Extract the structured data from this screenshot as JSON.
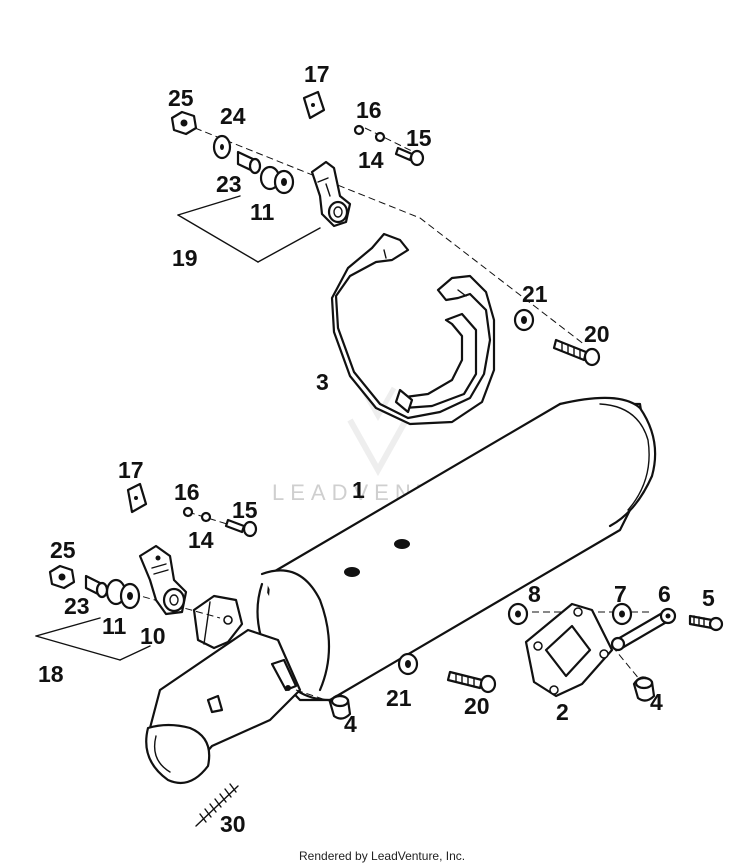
{
  "watermark": {
    "brand": "LEADVENTURE"
  },
  "footer": {
    "credit": "Rendered by LeadVenture, Inc."
  },
  "callouts": {
    "c1": "1",
    "c2": "2",
    "c3": "3",
    "c4a": "4",
    "c4b": "4",
    "c5": "5",
    "c6": "6",
    "c7": "7",
    "c8": "8",
    "c10": "10",
    "c11a": "11",
    "c11b": "11",
    "c14a": "14",
    "c14b": "14",
    "c15a": "15",
    "c15b": "15",
    "c16a": "16",
    "c16b": "16",
    "c17a": "17",
    "c17b": "17",
    "c18": "18",
    "c19": "19",
    "c20a": "20",
    "c20b": "20",
    "c21a": "21",
    "c21b": "21",
    "c23a": "23",
    "c23b": "23",
    "c24": "24",
    "c25a": "25",
    "c25b": "25",
    "c30": "30"
  }
}
